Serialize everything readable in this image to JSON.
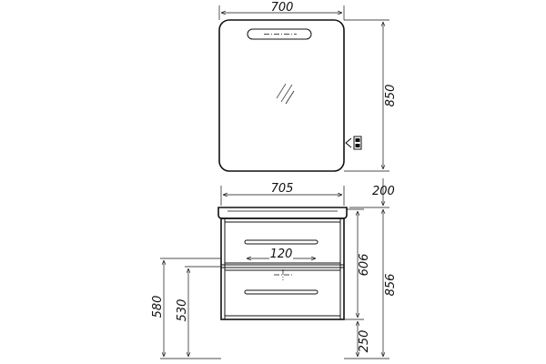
{
  "dimensions": {
    "mirror_width": "700",
    "mirror_height": "850",
    "gap_height": "200",
    "cabinet_width": "705",
    "handle_width": "120",
    "cabinet_height": "606",
    "total_height": "856",
    "leg_height": "250",
    "floor_to_top": "580",
    "floor_to_drawer": "530"
  },
  "icons": {
    "mirror_glare": "glare-lines",
    "switch": "light-switch-icon",
    "drain": "drain-icon"
  }
}
